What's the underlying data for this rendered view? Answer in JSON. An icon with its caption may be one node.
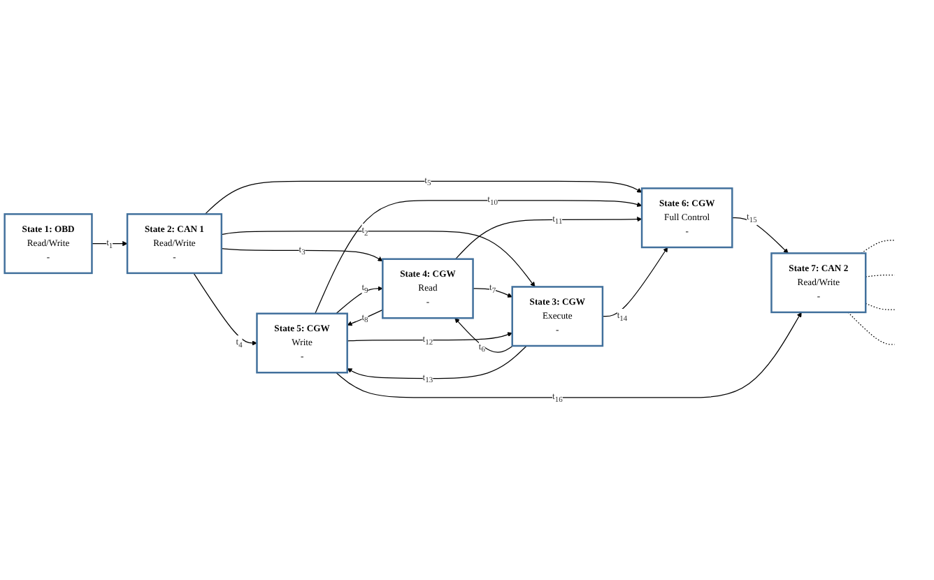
{
  "diagram": {
    "nodes": [
      {
        "text": [
          "State 1: OBD",
          "Read/Write",
          "-"
        ]
      },
      {
        "text": [
          "State 2: CAN 1",
          "Read/Write",
          "-"
        ]
      },
      {
        "text": [
          "State 6: CGW",
          "Full Control",
          "-"
        ]
      },
      {
        "text": [
          "State 5: CGW",
          "Write",
          "-"
        ]
      },
      {
        "text": [
          "State 4: CGW",
          "Read",
          "-"
        ]
      },
      {
        "text": [
          "State 3: CGW",
          "Execute",
          "-"
        ]
      },
      {
        "text": [
          "State 7: CAN 2",
          "Read/Write",
          "-"
        ]
      }
    ],
    "edges": [
      {
        "from": 0,
        "to": 1,
        "arrow": "to",
        "label": "t$_{1}$"
      },
      {
        "from": 1,
        "to": 2,
        "arrow": "to",
        "label": "t$_{5}$"
      },
      {
        "from": 1,
        "to": 3,
        "arrow": "to",
        "label": "t$_{4}$"
      },
      {
        "from": 1,
        "to": 4,
        "arrow": "to",
        "label": "t$_{3}$"
      },
      {
        "from": 1,
        "to": 5,
        "arrow": "to",
        "label": "t$_{2}$"
      },
      {
        "from": 3,
        "to": 2,
        "arrow": "to",
        "label": "t$_{10}$"
      },
      {
        "from": 4,
        "to": 2,
        "arrow": "to",
        "label": "t$_{11}$"
      },
      {
        "from": 3,
        "to": 4,
        "arrow": "to",
        "label": "t$_{9}$"
      },
      {
        "from": 4,
        "to": 3,
        "arrow": "to",
        "label": "t$_{8}$"
      },
      {
        "from": 4,
        "to": 5,
        "arrow": "to",
        "label": "t$_{7}$"
      },
      {
        "from": 5,
        "to": 4,
        "arrow": "to",
        "label": "t$_{6}$"
      },
      {
        "from": 3,
        "to": 5,
        "arrow": "to",
        "label": "t$_{12}$"
      },
      {
        "from": 5,
        "to": 3,
        "arrow": "to",
        "label": "t$_{13}$"
      },
      {
        "from": 5,
        "to": 2,
        "arrow": "to",
        "label": "t$_{14}$"
      },
      {
        "from": 2,
        "to": 6,
        "arrow": "to",
        "label": "t$_{15}$"
      },
      {
        "from": 3,
        "to": 6,
        "arrow": "to",
        "label": "t$_{16}$"
      },
      {
        "from": 6,
        "to": null,
        "arrow": "none",
        "style": "dashed"
      },
      {
        "from": 6,
        "to": null,
        "arrow": "none",
        "style": "dashed"
      },
      {
        "from": 6,
        "to": null,
        "arrow": "none",
        "style": "dashed"
      },
      {
        "from": 6,
        "to": null,
        "arrow": "none",
        "style": "dashed"
      }
    ]
  }
}
